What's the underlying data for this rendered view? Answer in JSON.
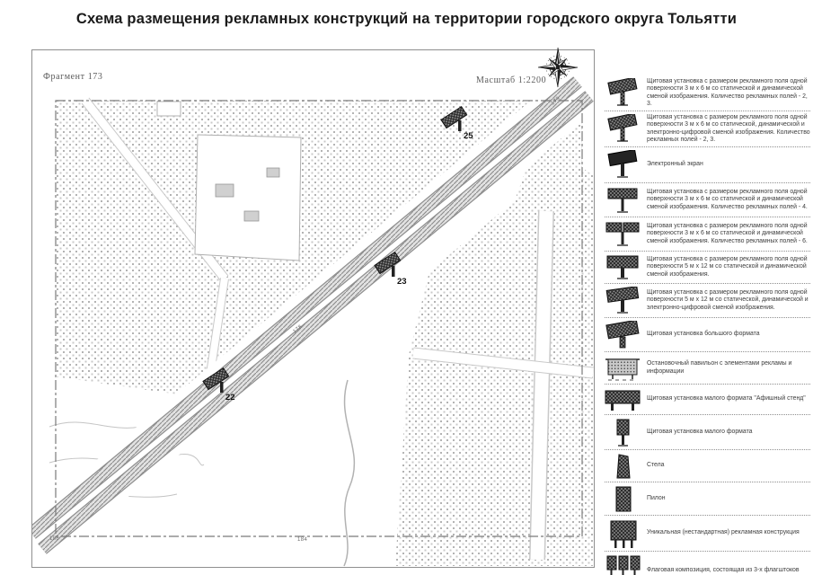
{
  "title": "Схема размещения рекламных конструкций на территории городского округа Тольятти",
  "map": {
    "fragment_label": "Фрагмент 173",
    "scale_label": "Масштаб 1:2200",
    "markers": [
      {
        "label": "25"
      },
      {
        "label": "23"
      },
      {
        "label": "22"
      }
    ],
    "boundary_labels": {
      "top_right": "179",
      "road_mid": "178",
      "bottom_left": "186",
      "bottom_center": "184"
    }
  },
  "legend": {
    "items": [
      {
        "icon": "billboard-3x6-static-icon",
        "text": "Щитовая установка с размером рекламного поля одной поверхности 3 м х 6 м со статической и динамической сменой изображения. Количество рекламных полей - 2, 3."
      },
      {
        "icon": "billboard-3x6-digital-icon",
        "text": "Щитовая установка с размером рекламного поля одной поверхности 3 м х 6 м со статической, динамической и электронно-цифровой сменой изображения. Количество рекламных полей - 2, 3."
      },
      {
        "icon": "electronic-screen-icon",
        "text": "Электронный экран"
      },
      {
        "icon": "billboard-4-fields-icon",
        "text": "Щитовая установка с размером рекламного поля одной поверхности 3 м х 6 м со статической и динамической сменой изображения. Количество рекламных полей - 4."
      },
      {
        "icon": "billboard-6-fields-icon",
        "text": "Щитовая установка с размером рекламного поля одной поверхности 3 м х 6 м со статической и динамической сменой изображения. Количество рекламных полей - 6."
      },
      {
        "icon": "billboard-5x12-static-icon",
        "text": "Щитовая установка с размером рекламного поля одной поверхности 5 м х 12 м со статической и динамической сменой изображения."
      },
      {
        "icon": "billboard-5x12-digital-icon",
        "text": "Щитовая установка с размером рекламного поля одной поверхности 5 м х 12 м со статической, динамической и электронно-цифровой сменой изображения."
      },
      {
        "icon": "large-format-billboard-icon",
        "text": "Щитовая установка большого формата"
      },
      {
        "icon": "bus-shelter-icon",
        "text": "Остановочный павильон с элементами рекламы и информации"
      },
      {
        "icon": "poster-stand-icon",
        "text": "Щитовая установка малого формата \"Афишный стенд\""
      },
      {
        "icon": "small-format-billboard-icon",
        "text": "Щитовая установка малого формата"
      },
      {
        "icon": "stela-icon",
        "text": "Стела"
      },
      {
        "icon": "pylon-icon",
        "text": "Пилон"
      },
      {
        "icon": "unique-construction-icon",
        "text": "Уникальная (нестандартная) рекламная конструкция"
      },
      {
        "icon": "flag-composition-icon",
        "text": "Флаговая композиция, состоящая из 3-х флагштоков"
      }
    ]
  },
  "colors": {
    "title_text": "#1a1a1a",
    "map_border": "#8f8f8f",
    "block_dots": "#b3b3b3",
    "road_hatch": "#8a8a8a",
    "marker_fill": "#2e2e2e",
    "legend_text": "#3d3d3d"
  }
}
